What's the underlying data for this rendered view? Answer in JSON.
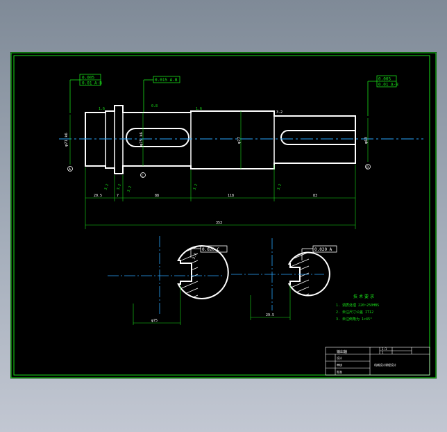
{
  "colors": {
    "sheet": "#000000",
    "frame": "#19e019",
    "outline": "#ffffff",
    "centerline": "#2aa7ff",
    "dimension": "#19e019",
    "annotation": "#ffffff"
  },
  "tolerances": {
    "left": [
      "0.005",
      "0.01 A-B"
    ],
    "mid": "0.015 A-B",
    "right": [
      "0.005",
      "0.01 A-B"
    ],
    "keyway_big": "0.020 C",
    "keyway_small": "0.020 A"
  },
  "roughness": {
    "r1": "1.6",
    "r2": "0.8",
    "r3": "1.6",
    "r4": "3.2",
    "r5": "3.2",
    "r6": "3.2",
    "r7": "3.2",
    "r8": "3.2",
    "r9": "3.2",
    "r10": "3.2"
  },
  "datums": {
    "a": "A",
    "b": "B",
    "c": "C"
  },
  "diameters": {
    "left": "φ71 k6",
    "key": "φ75 k6",
    "mid": "φ77",
    "right": "φ63"
  },
  "lengths": {
    "l1": "20.5",
    "l2": "7",
    "l3": "88",
    "l4": "118",
    "l5": "83",
    "total": "353"
  },
  "section_dims": {
    "big": "φ75",
    "small": "29.5"
  },
  "notes": {
    "title": "技术要求",
    "lines": [
      "1. 调质处理 220~250HBS",
      "2. 未注尺寸公差 IT12",
      "3. 未注倒角为 1×45°"
    ]
  },
  "title_block": {
    "name": "输出轴",
    "scale": "1:1",
    "quantity": "1",
    "role1": "设计",
    "role2": "审核",
    "role3": "批准",
    "school": "机械设计课程设计"
  }
}
